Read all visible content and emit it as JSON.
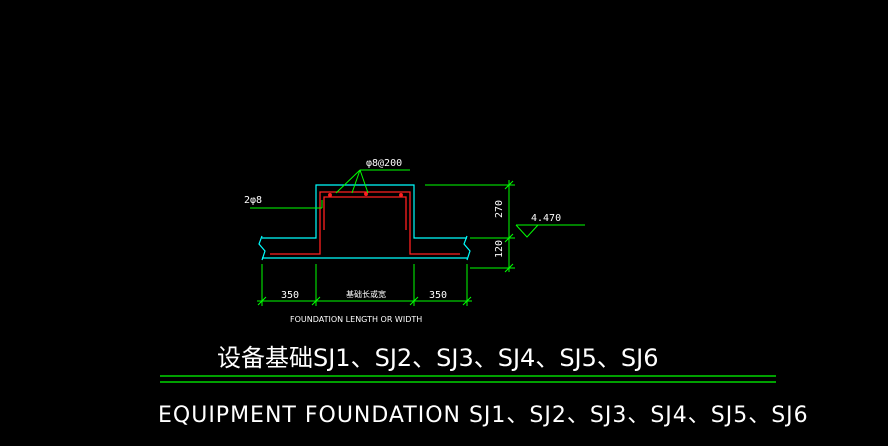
{
  "drawing": {
    "rebar_spacing_label": "φ8@200",
    "top_bars_label": "2φ8",
    "dim_upper_height": "270",
    "dim_lower_height": "120",
    "elevation_label": "4.470",
    "dim_left": "350",
    "dim_center": "基础长或宽",
    "dim_right": "350",
    "caption": "FOUNDATION LENGTH OR WIDTH"
  },
  "titles": {
    "chinese": "设备基础SJ1、SJ2、SJ3、SJ4、SJ5、SJ6",
    "english": "EQUIPMENT FOUNDATION SJ1、SJ2、SJ3、SJ4、SJ5、SJ6"
  },
  "colors": {
    "background": "#000000",
    "concrete_outline": "#00ffff",
    "rebar": "#ff2020",
    "dimension": "#00ff00",
    "text": "#ffffff",
    "title_underline": "#00ff00"
  }
}
